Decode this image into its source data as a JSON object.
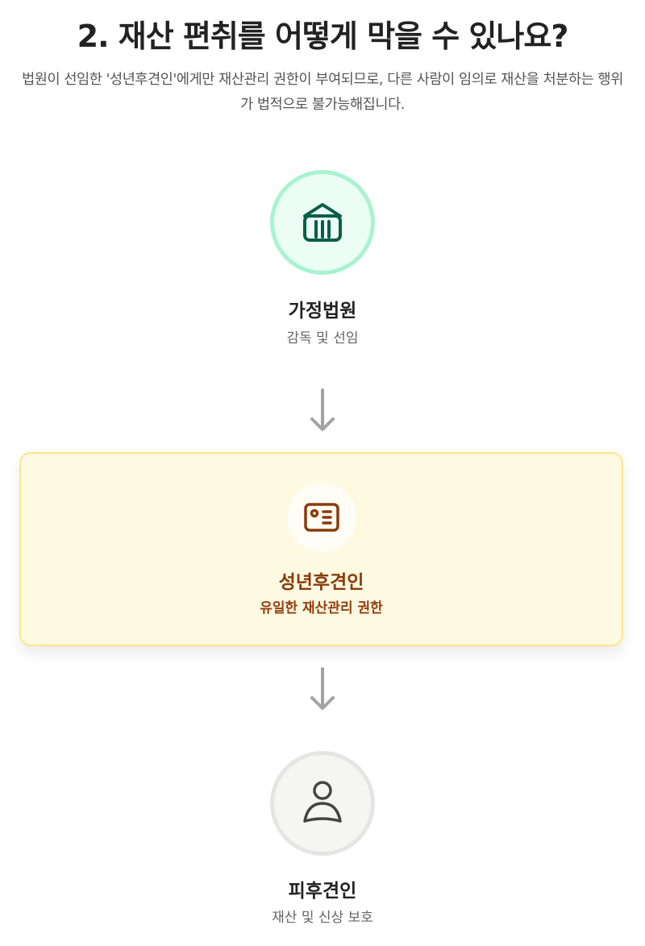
{
  "header": {
    "title": "2. 재산 편취를 어떻게 막을 수 있나요?",
    "description": "법원이 선임한 '성년후견인'에게만 재산관리 권한이 부여되므로, 다른 사람이 임의로 재산을 처분하는 행위가 법적으로 불가능해집니다."
  },
  "flow": {
    "nodes": [
      {
        "icon": "courthouse-icon",
        "title": "가정법원",
        "subtitle": "감독 및 선임",
        "color": "#065f46"
      },
      {
        "icon": "id-card-icon",
        "title": "성년후견인",
        "subtitle": "유일한 재산관리 권한",
        "color": "#8a3b0a",
        "highlighted": true
      },
      {
        "icon": "person-icon",
        "title": "피후견인",
        "subtitle": "재산 및 신상 보호",
        "color": "#444444"
      }
    ],
    "connector": "arrow-down-icon"
  },
  "colors": {
    "court_bg": "#ecfdf5",
    "court_border": "#a7f3d0",
    "card_bg": "#fef9e1",
    "card_border": "#fde68a",
    "ward_bg": "#f5f5f4",
    "ward_border": "#e5e5e5",
    "arrow": "#a3a3a3"
  }
}
